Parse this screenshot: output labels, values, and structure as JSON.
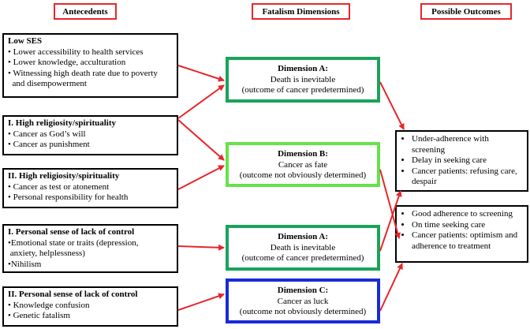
{
  "headers": {
    "antecedents": "Antecedents",
    "fatalism": "Fatalism Dimensions",
    "outcomes": "Possible Outcomes"
  },
  "antecedents": [
    {
      "title": "Low SES",
      "items": [
        "• Lower accessibility to health services",
        "• Lower knowledge, acculturation",
        "• Witnessing high death rate due to poverty",
        "  and disempowerment"
      ]
    },
    {
      "title": "I.  High religiosity/spirituality",
      "items": [
        "• Cancer as God’s will",
        "• Cancer as  punishment"
      ]
    },
    {
      "title": "II.  High religiosity/spirituality",
      "items": [
        "• Cancer as test or atonement",
        "• Personal responsibility for health"
      ]
    },
    {
      "title": "I.  Personal sense of lack of control",
      "items": [
        "•Emotional state or traits  (depression,",
        " anxiety, helplessness)",
        "•Nihilism"
      ]
    },
    {
      "title": "II.  Personal sense of lack of control",
      "items": [
        "• Knowledge confusion",
        "• Genetic fatalism"
      ]
    }
  ],
  "dimensions": [
    {
      "title": "Dimension A:",
      "line1": "Death is inevitable",
      "line2": "(outcome of cancer predetermined)",
      "border": "#1aa35a"
    },
    {
      "title": "Dimension B:",
      "line1": "Cancer as fate",
      "line2": "(outcome not obviously determined)",
      "border": "#66e24a"
    },
    {
      "title": "Dimension A:",
      "line1": "Death is inevitable",
      "line2": "(outcome of cancer predetermined)",
      "border": "#1aa35a"
    },
    {
      "title": "Dimension C:",
      "line1": "Cancer as luck",
      "line2": "(outcome not obviously determined)",
      "border": "#1a2ad6"
    }
  ],
  "outcomes": [
    {
      "items": [
        "Under-adherence with screening",
        "Delay in seeking care",
        "Cancer patients: refusing care, despair"
      ]
    },
    {
      "items": [
        "Good adherence to screening",
        "On time seeking care",
        "Cancer patients: optimism and adherence to treatment"
      ]
    }
  ],
  "colors": {
    "arrow": "#e8262a",
    "header_border": "#e8262a"
  }
}
